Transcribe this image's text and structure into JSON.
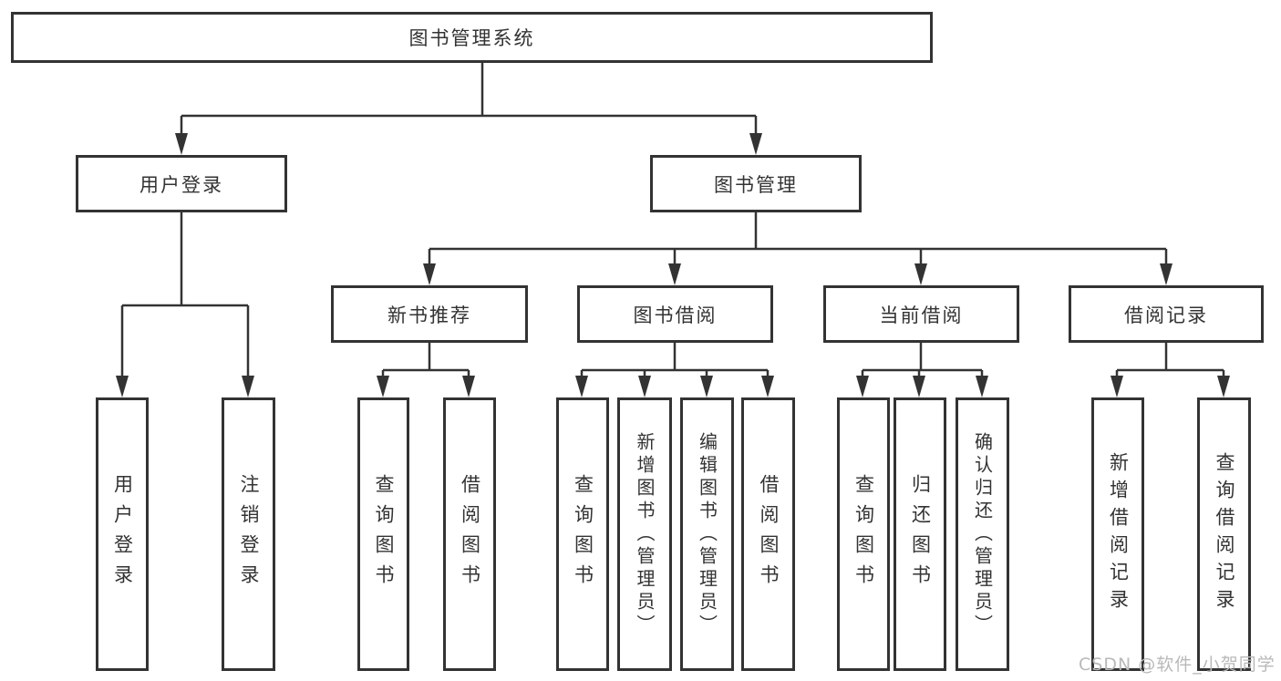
{
  "colors": {
    "line": "#333333",
    "box_border": "#333333",
    "text": "#333333",
    "background": "#ffffff",
    "watermark": "#b9b9b9"
  },
  "watermark": {
    "text": "CSDN @软件_小贺同学"
  },
  "tree": {
    "root": {
      "label": "图书管理系统",
      "children": [
        {
          "label": "用户登录",
          "children": [
            {
              "label": "用户登录"
            },
            {
              "label": "注销登录"
            }
          ]
        },
        {
          "label": "图书管理",
          "children": [
            {
              "label": "新书推荐",
              "children": [
                {
                  "label": "查询图书"
                },
                {
                  "label": "借阅图书"
                }
              ]
            },
            {
              "label": "图书借阅",
              "children": [
                {
                  "label": "查询图书"
                },
                {
                  "label": "新增图书（管理员）"
                },
                {
                  "label": "编辑图书（管理员）"
                },
                {
                  "label": "借阅图书"
                }
              ]
            },
            {
              "label": "当前借阅",
              "children": [
                {
                  "label": "查询图书"
                },
                {
                  "label": "归还图书"
                },
                {
                  "label": "确认归还（管理员）"
                }
              ]
            },
            {
              "label": "借阅记录",
              "children": [
                {
                  "label": "新增借阅记录"
                },
                {
                  "label": "查询借阅记录"
                }
              ]
            }
          ]
        }
      ]
    }
  }
}
